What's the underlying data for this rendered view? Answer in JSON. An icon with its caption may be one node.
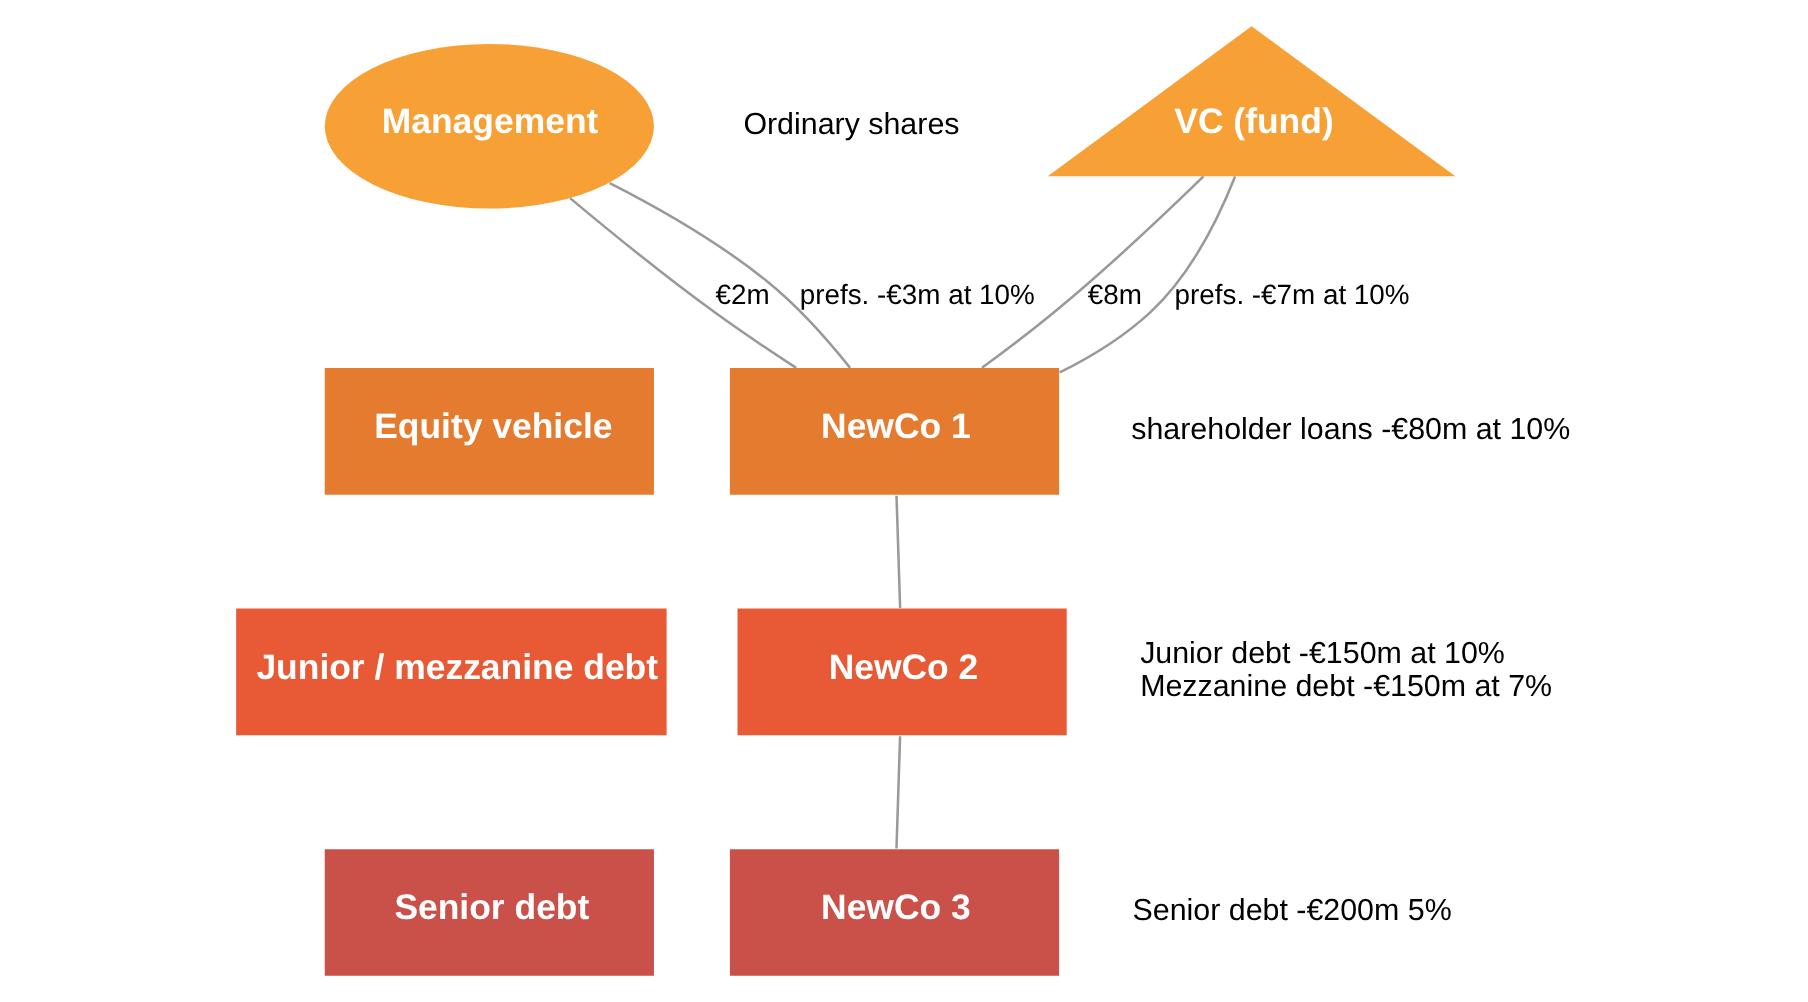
{
  "diagram": {
    "nodes": [
      {
        "text": [
          "Management"
        ]
      },
      {
        "text": [
          "VC (fund)"
        ]
      },
      {
        "text": [
          "Equity vehicle"
        ]
      },
      {
        "text": [
          "Junior / mezzanine debt"
        ]
      },
      {
        "text": [
          "Senior debt"
        ]
      },
      {
        "text": [
          "NewCo 1"
        ],
        "beside": [
          "shareholder loans -€80m at 10%"
        ]
      },
      {
        "text": [
          "NewCo 2"
        ],
        "beside": [
          "Junior debt -€150m at 10%",
          "Mezzanine debt -€150m at 7%"
        ]
      },
      {
        "text": [
          "NewCo 3"
        ],
        "beside": [
          "Senior debt -€200m 5%"
        ]
      }
    ],
    "edges": [
      {
        "from": 0,
        "to": 5,
        "arrow": "none",
        "label": "€2m"
      },
      {
        "from": 1,
        "to": 5,
        "arrow": "none",
        "label": "€8m"
      },
      {
        "from": 0,
        "to": 5,
        "arrow": "none",
        "label": "prefs. -€3m at 10%"
      },
      {
        "from": 1,
        "to": 5,
        "arrow": "none",
        "label": "prefs. -€7m at 10%"
      },
      {
        "from": 5,
        "to": 6,
        "arrow": "none"
      },
      {
        "from": 6,
        "to": 7,
        "arrow": "none"
      }
    ],
    "labels": [
      "Ordinary shares"
    ]
  }
}
